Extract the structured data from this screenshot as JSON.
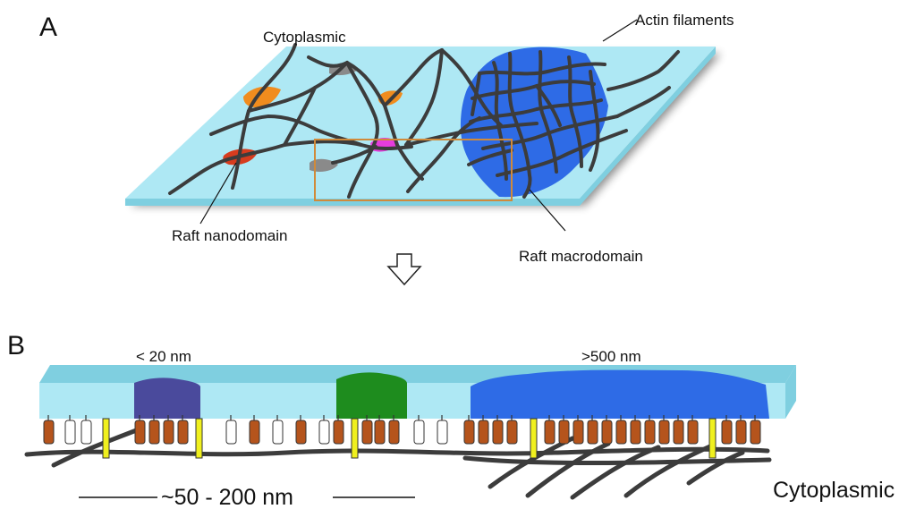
{
  "panel_a": {
    "label": "A",
    "cytoplasmic_label": "Cytoplasmic",
    "actin_label": "Actin filaments",
    "nanodomain_label": "Raft nanodomain",
    "macrodomain_label": "Raft macrodomain"
  },
  "panel_b": {
    "label": "B",
    "size_small": "< 20 nm",
    "size_large": ">500 nm",
    "scale_label": "~50 - 200 nm",
    "cytoplasmic_label": "Cytoplasmic"
  },
  "colors": {
    "membrane": "#aee8f4",
    "membrane_side": "#7fcfe0",
    "filament": "#3c3c3c",
    "macrodomain": "#2e6be6",
    "nanodomain_red": "#d63c1e",
    "patch_orange": "#f08c1e",
    "patch_magenta": "#e63cdc",
    "patch_gray": "#8a8a8a",
    "box_outline": "#d08a3a",
    "protein_brown": "#b5541c",
    "protein_white": "#ffffff",
    "anchor_yellow": "#f0f01e",
    "domain_small": "#4a4a9c",
    "domain_green": "#1e8c1e",
    "domain_large": "#2e6be6"
  }
}
